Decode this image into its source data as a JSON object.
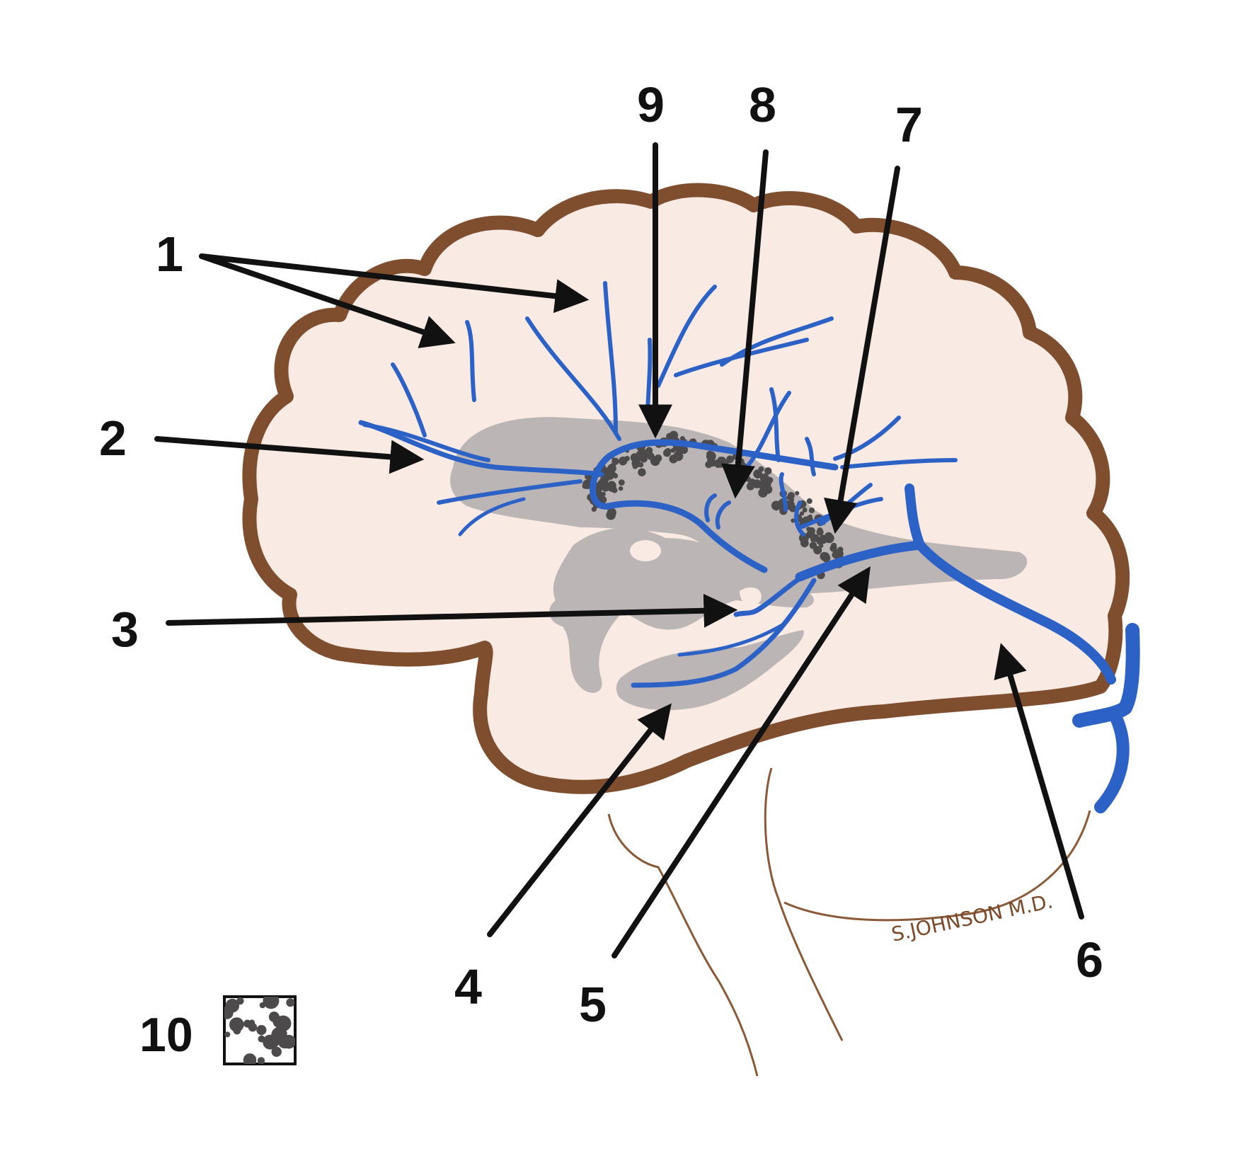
{
  "labels": [
    "1",
    "2",
    "3",
    "4",
    "5",
    "6",
    "7",
    "8",
    "9"
  ],
  "legend": {
    "number": "10"
  },
  "signature": "S.JOHNSON M.D.",
  "colors": {
    "brain_fill": "#f9ebe3",
    "brain_outline": "#7f4e2e",
    "ventricle": "#bcb5b6",
    "vein": "#2c61c6",
    "dots": "#4c4a4a",
    "arrow": "#111111",
    "neck_line": "#8a5a38"
  }
}
